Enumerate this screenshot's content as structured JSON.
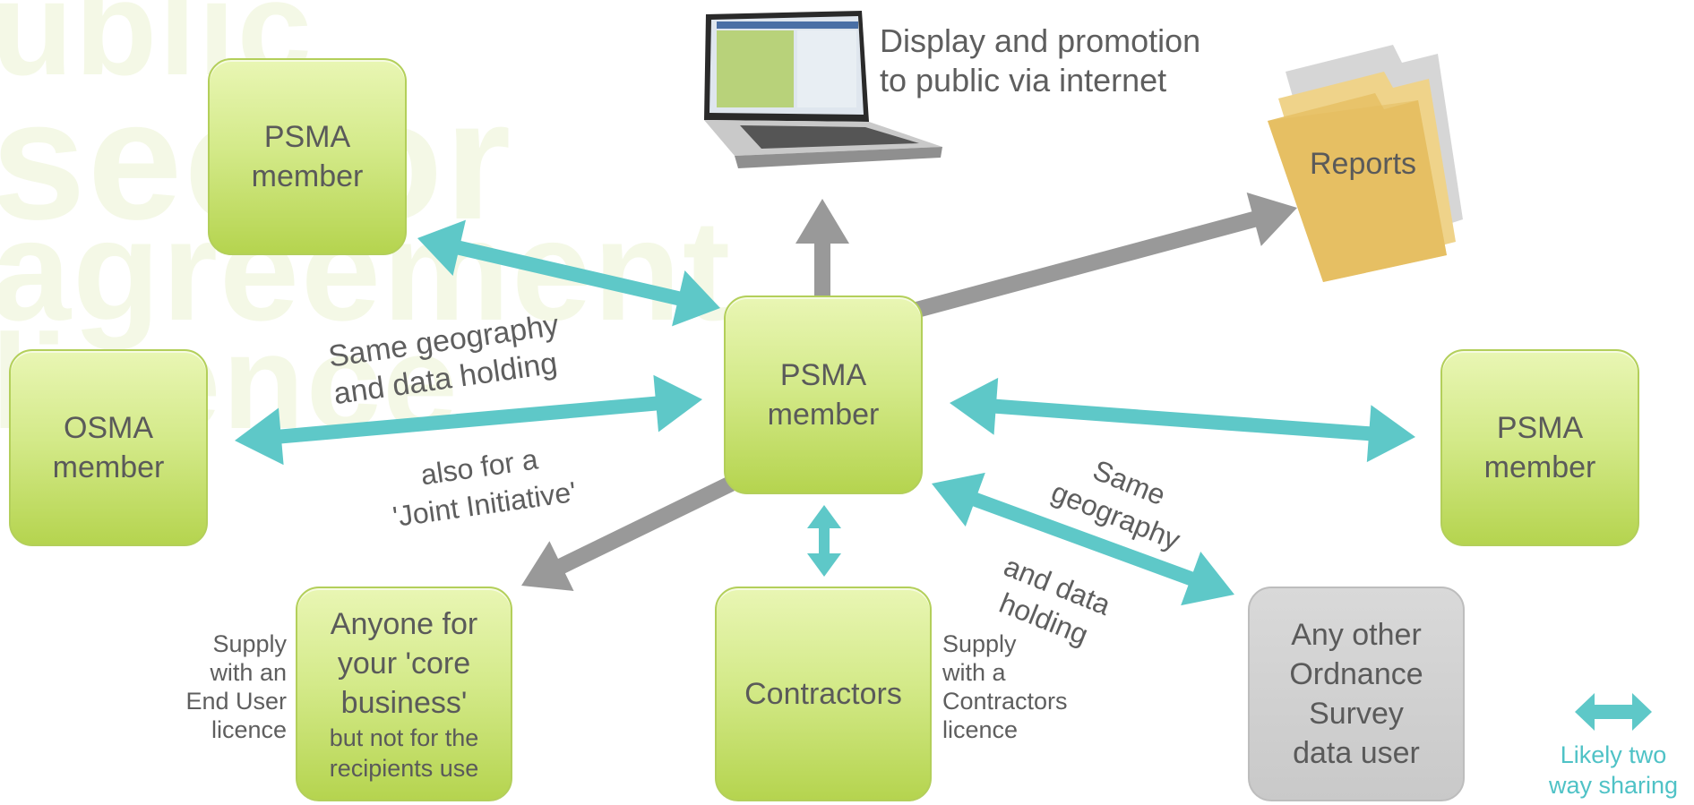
{
  "nodes": {
    "psma_top_left": [
      "PSMA",
      "member"
    ],
    "osma": [
      "OSMA",
      "member"
    ],
    "psma_center": [
      "PSMA",
      "member"
    ],
    "psma_right": [
      "PSMA",
      "member"
    ],
    "anyone": [
      "Anyone for",
      "your 'core",
      "business'",
      "but not for the",
      "recipients use"
    ],
    "contractors": [
      "Contractors"
    ],
    "other_user": [
      "Any other",
      "Ordnance",
      "Survey",
      "data user"
    ],
    "reports": "Reports"
  },
  "labels": {
    "display": [
      "Display and promotion",
      "to public via internet"
    ],
    "same_geo_left": [
      "Same geography",
      "and data holding"
    ],
    "joint": [
      "also for a",
      "'Joint Initiative'"
    ],
    "same_geo_right": [
      "Same",
      "geography"
    ],
    "data_holding_right": [
      "and data",
      "holding"
    ],
    "supply_end_user": [
      "Supply",
      "with an",
      "End User",
      "licence"
    ],
    "supply_contractors": [
      "Supply",
      "with a",
      "Contractors",
      "licence"
    ]
  },
  "legend": {
    "text": [
      "Likely two",
      "way sharing"
    ]
  },
  "colors": {
    "teal": "#5ec8c8",
    "grey_arrow": "#999999",
    "green_box": "#d4ea8a",
    "grey_box": "#c9c9c9",
    "folder": "#e8c36a"
  }
}
